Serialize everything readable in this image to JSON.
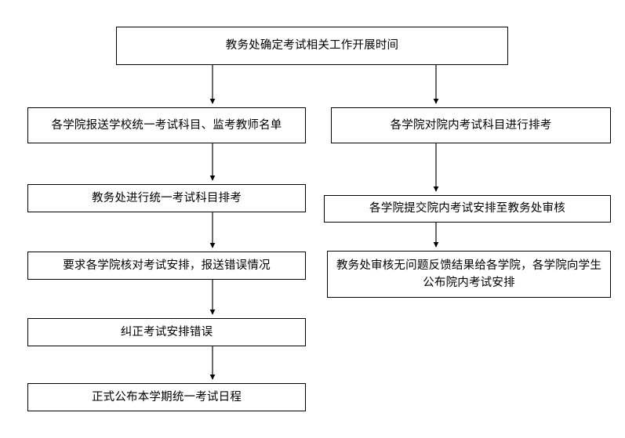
{
  "diagram": {
    "title_text": "教务处确定考试相关工作开展时间",
    "nodes": {
      "root": {
        "text": "教务处确定考试相关工作开展时间"
      },
      "left1": {
        "text": "各学院报送学校统一考试科目、监考教师名单"
      },
      "left2": {
        "text": "教务处进行统一考试科目排考"
      },
      "left3": {
        "text": "要求各学院核对考试安排，报送错误情况"
      },
      "left4": {
        "text": "纠正考试安排错误"
      },
      "left5": {
        "text": "正式公布本学期统一考试日程"
      },
      "right1": {
        "text": "各学院对院内考试科目进行排考"
      },
      "right2": {
        "text": "各学院提交院内考试安排至教务处审核"
      },
      "right3": {
        "text": "教务处审核无问题反馈结果给各学院，各学院向学生公布院内考试安排"
      }
    },
    "edges": [
      {
        "from": "root",
        "to": "left1",
        "label": ""
      },
      {
        "from": "root",
        "to": "right1",
        "label": ""
      },
      {
        "from": "left1",
        "to": "left2",
        "label": ""
      },
      {
        "from": "left2",
        "to": "left3",
        "label": ""
      },
      {
        "from": "left3",
        "to": "left4",
        "label": ""
      },
      {
        "from": "left4",
        "to": "left5",
        "label": ""
      },
      {
        "from": "right1",
        "to": "right2",
        "label": ""
      },
      {
        "from": "right2",
        "to": "right3",
        "label": ""
      }
    ],
    "colors": {
      "stroke": "#000000",
      "fill": "#ffffff",
      "text": "#000000"
    }
  }
}
